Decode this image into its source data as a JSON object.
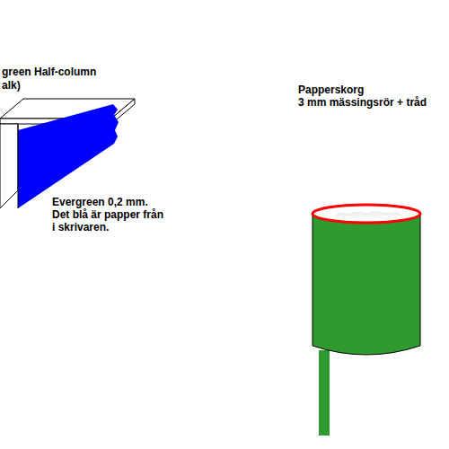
{
  "diagram": {
    "labels": [
      "green Half-column",
      "alk)",
      "Evergreen 0,2 mm. Det blå är papper från i skrivaren.",
      "Papperskorg",
      "3 mm mässingsrör + tråd"
    ]
  }
}
